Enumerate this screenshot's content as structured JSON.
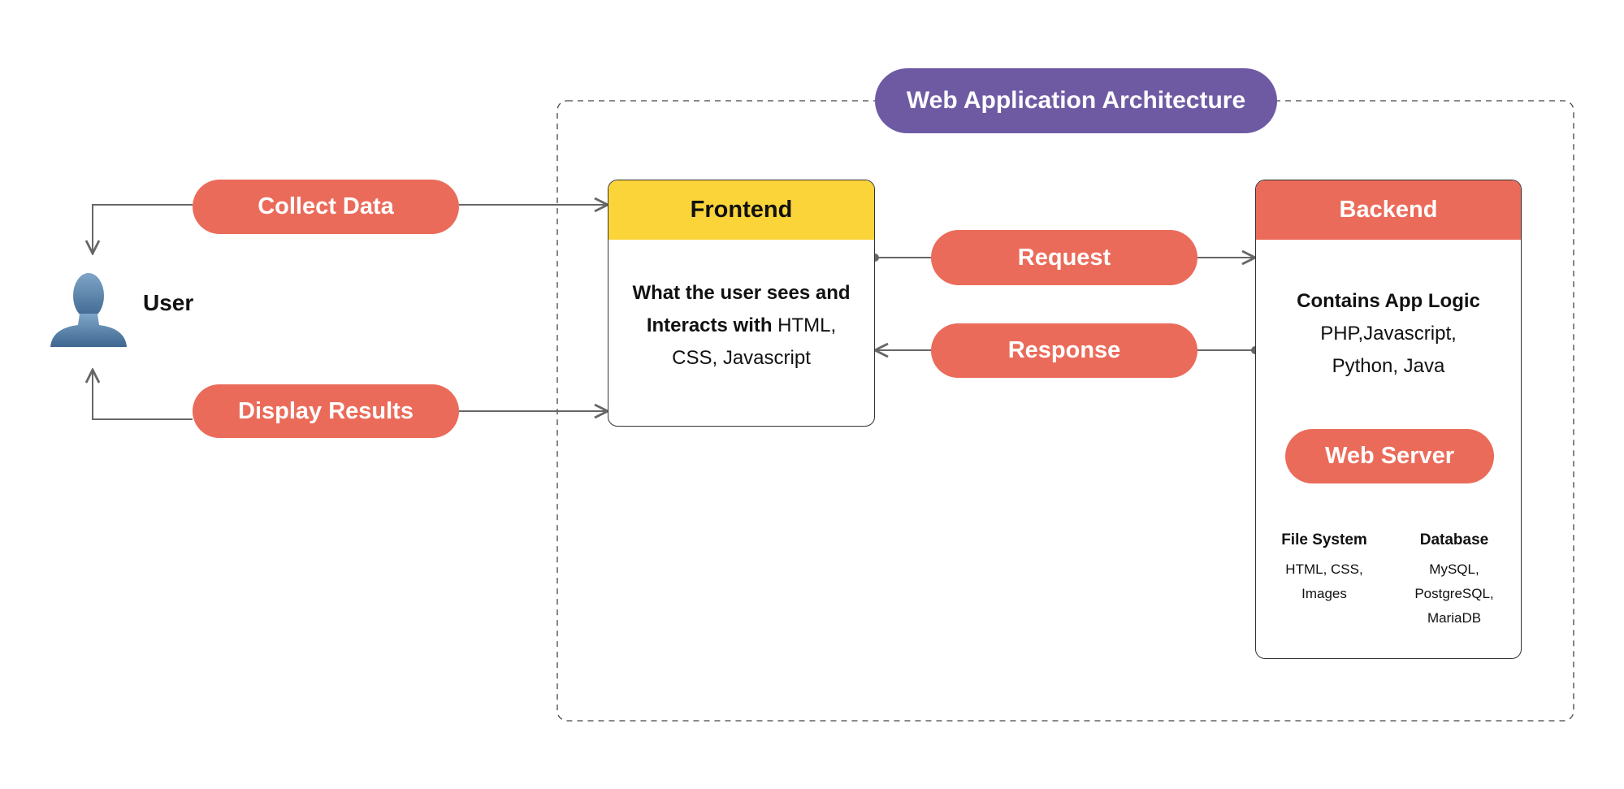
{
  "title": "Web Application Architecture",
  "user": {
    "label": "User",
    "icon": "user-silhouette-icon"
  },
  "flows": {
    "collect_data": "Collect Data",
    "display_results": "Display Results",
    "request": "Request",
    "response": "Response"
  },
  "frontend": {
    "title": "Frontend",
    "desc_bold_1": "What the user sees and",
    "desc_bold_2": "Interacts with",
    "desc_normal_2": " HTML,",
    "desc_normal_3": "CSS, Javascript"
  },
  "backend": {
    "title": "Backend",
    "logic_title": "Contains App Logic",
    "logic_line_1": "PHP,Javascript,",
    "logic_line_2": "Python, Java",
    "web_server": "Web Server",
    "file_system": {
      "title": "File System",
      "line_1": "HTML, CSS,",
      "line_2": "Images"
    },
    "database": {
      "title": "Database",
      "line_1": "MySQL,",
      "line_2": "PostgreSQL,",
      "line_3": "MariaDB"
    }
  },
  "colors": {
    "accent": "#EB6B5A",
    "title_pill": "#6E5AA3",
    "frontend_header": "#FBD43A"
  }
}
